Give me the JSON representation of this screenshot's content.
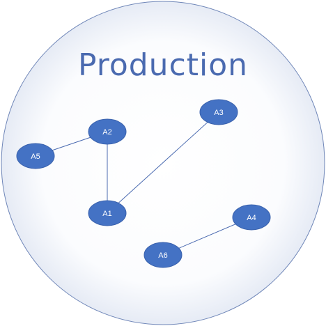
{
  "title": "Production",
  "colors": {
    "node_fill": "#4472c4",
    "edge": "#4a6ab0",
    "title": "#4a6ab0",
    "circle_border": "#6f86b8"
  },
  "nodes": [
    {
      "id": "A1",
      "label": "A1"
    },
    {
      "id": "A2",
      "label": "A2"
    },
    {
      "id": "A3",
      "label": "A3"
    },
    {
      "id": "A4",
      "label": "A4"
    },
    {
      "id": "A5",
      "label": "A5"
    },
    {
      "id": "A6",
      "label": "A6"
    }
  ],
  "edges": [
    {
      "from": "A5",
      "to": "A2"
    },
    {
      "from": "A2",
      "to": "A1"
    },
    {
      "from": "A1",
      "to": "A3"
    },
    {
      "from": "A6",
      "to": "A4"
    }
  ]
}
